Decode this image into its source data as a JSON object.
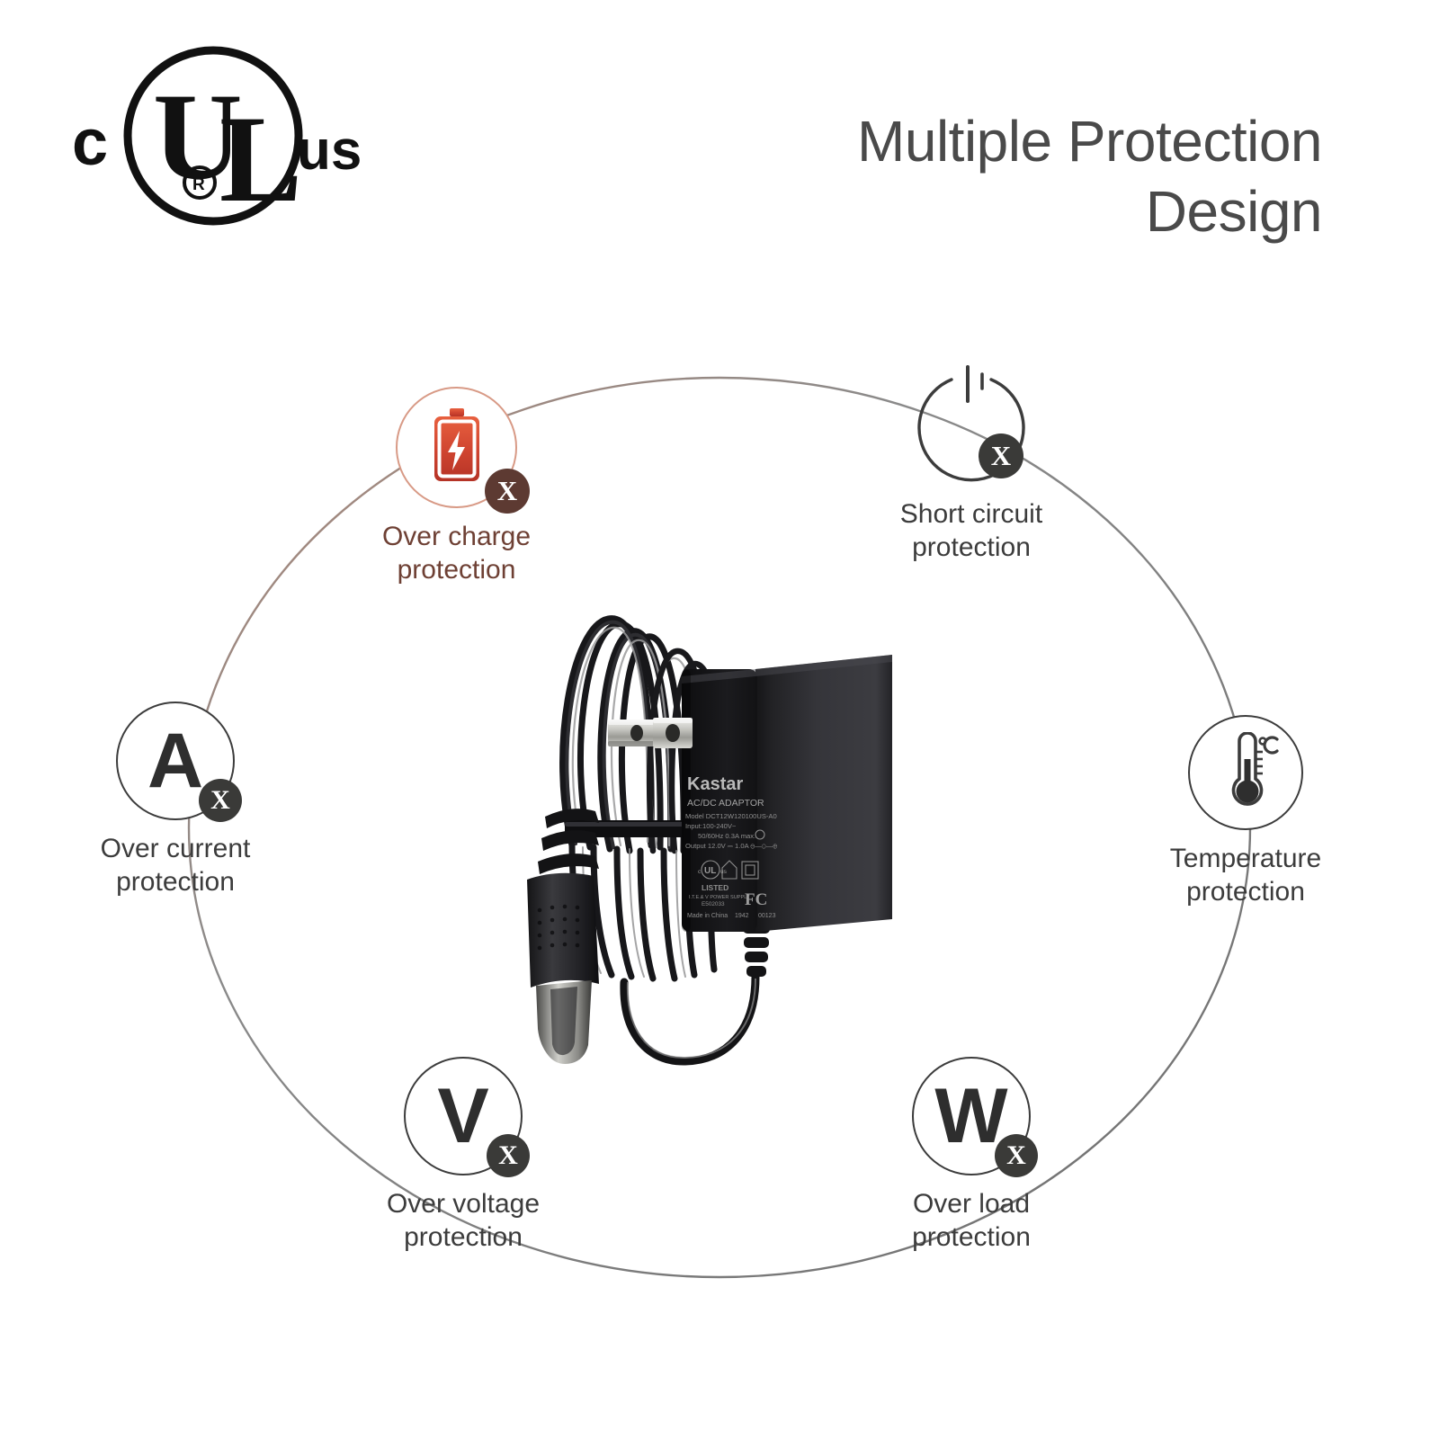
{
  "heading": {
    "line1": "Multiple Protection",
    "line2": "Design"
  },
  "certification": {
    "name": "cULus-mark",
    "prefix": "c",
    "letters": "UL",
    "registered": "®",
    "suffix": "us"
  },
  "features": [
    {
      "id": "over-charge",
      "icon": "battery-charging-icon",
      "glyph": "",
      "label": "Over charge\nprotection",
      "has_x_badge": true,
      "badge_text": "X",
      "accent": "#c0392b",
      "ring_color": "#d89a86",
      "label_color": "#6e4034"
    },
    {
      "id": "short-circuit",
      "icon": "power-symbol-icon",
      "glyph": "",
      "label": "Short circuit\nprotection",
      "has_x_badge": true,
      "badge_text": "X",
      "accent": "#3c3c3c",
      "ring_color": "#3c3c3c",
      "label_color": "#3c3c3c"
    },
    {
      "id": "temperature",
      "icon": "thermometer-icon",
      "glyph": "",
      "label": "Temperature\nprotection",
      "has_x_badge": false,
      "badge_text": "",
      "accent": "#3c3c3c",
      "ring_color": "#3c3c3c",
      "label_color": "#3c3c3c"
    },
    {
      "id": "over-load",
      "icon": "watt-letter-icon",
      "glyph": "W",
      "label": "Over load\nprotection",
      "has_x_badge": true,
      "badge_text": "X",
      "accent": "#2e2e2e",
      "ring_color": "#3c3c3c",
      "label_color": "#3c3c3c"
    },
    {
      "id": "over-voltage",
      "icon": "volt-letter-icon",
      "glyph": "V",
      "label": "Over voltage\nprotection",
      "has_x_badge": true,
      "badge_text": "X",
      "accent": "#2e2e2e",
      "ring_color": "#3c3c3c",
      "label_color": "#3c3c3c"
    },
    {
      "id": "over-current",
      "icon": "ampere-letter-icon",
      "glyph": "A",
      "label": "Over current\nprotection",
      "has_x_badge": true,
      "badge_text": "X",
      "accent": "#2e2e2e",
      "ring_color": "#3c3c3c",
      "label_color": "#3c3c3c"
    }
  ],
  "product": {
    "name": "kastar-ac-dc-power-adapter",
    "brand": "Kastar",
    "type": "AC/DC ADAPTOR",
    "model": "Model DCT12W120100US-A0",
    "input": "Input:100-240V~",
    "frequency": "50/60Hz 0.3A max.",
    "output": "Output 12.0V ⎓ 1.0A",
    "listed": "LISTED",
    "listed_sub": "I.T.E.& V POWER SUPPLY",
    "file_number": "E502033",
    "origin": "Made in China",
    "date_code": "1942",
    "lot_code": "00123",
    "fcc_mark": "FC",
    "ul_mark_c": "c",
    "ul_mark_ul": "UL",
    "ul_mark_us": "us"
  },
  "colors": {
    "background": "#ffffff",
    "heading": "#4a4a4a",
    "track_line": "#8a8a8a",
    "warm_accent": "#c0392b",
    "badge_dark": "#3a3a38",
    "badge_brown": "#5d3a32",
    "adapter_body": "#2b2b2d"
  }
}
